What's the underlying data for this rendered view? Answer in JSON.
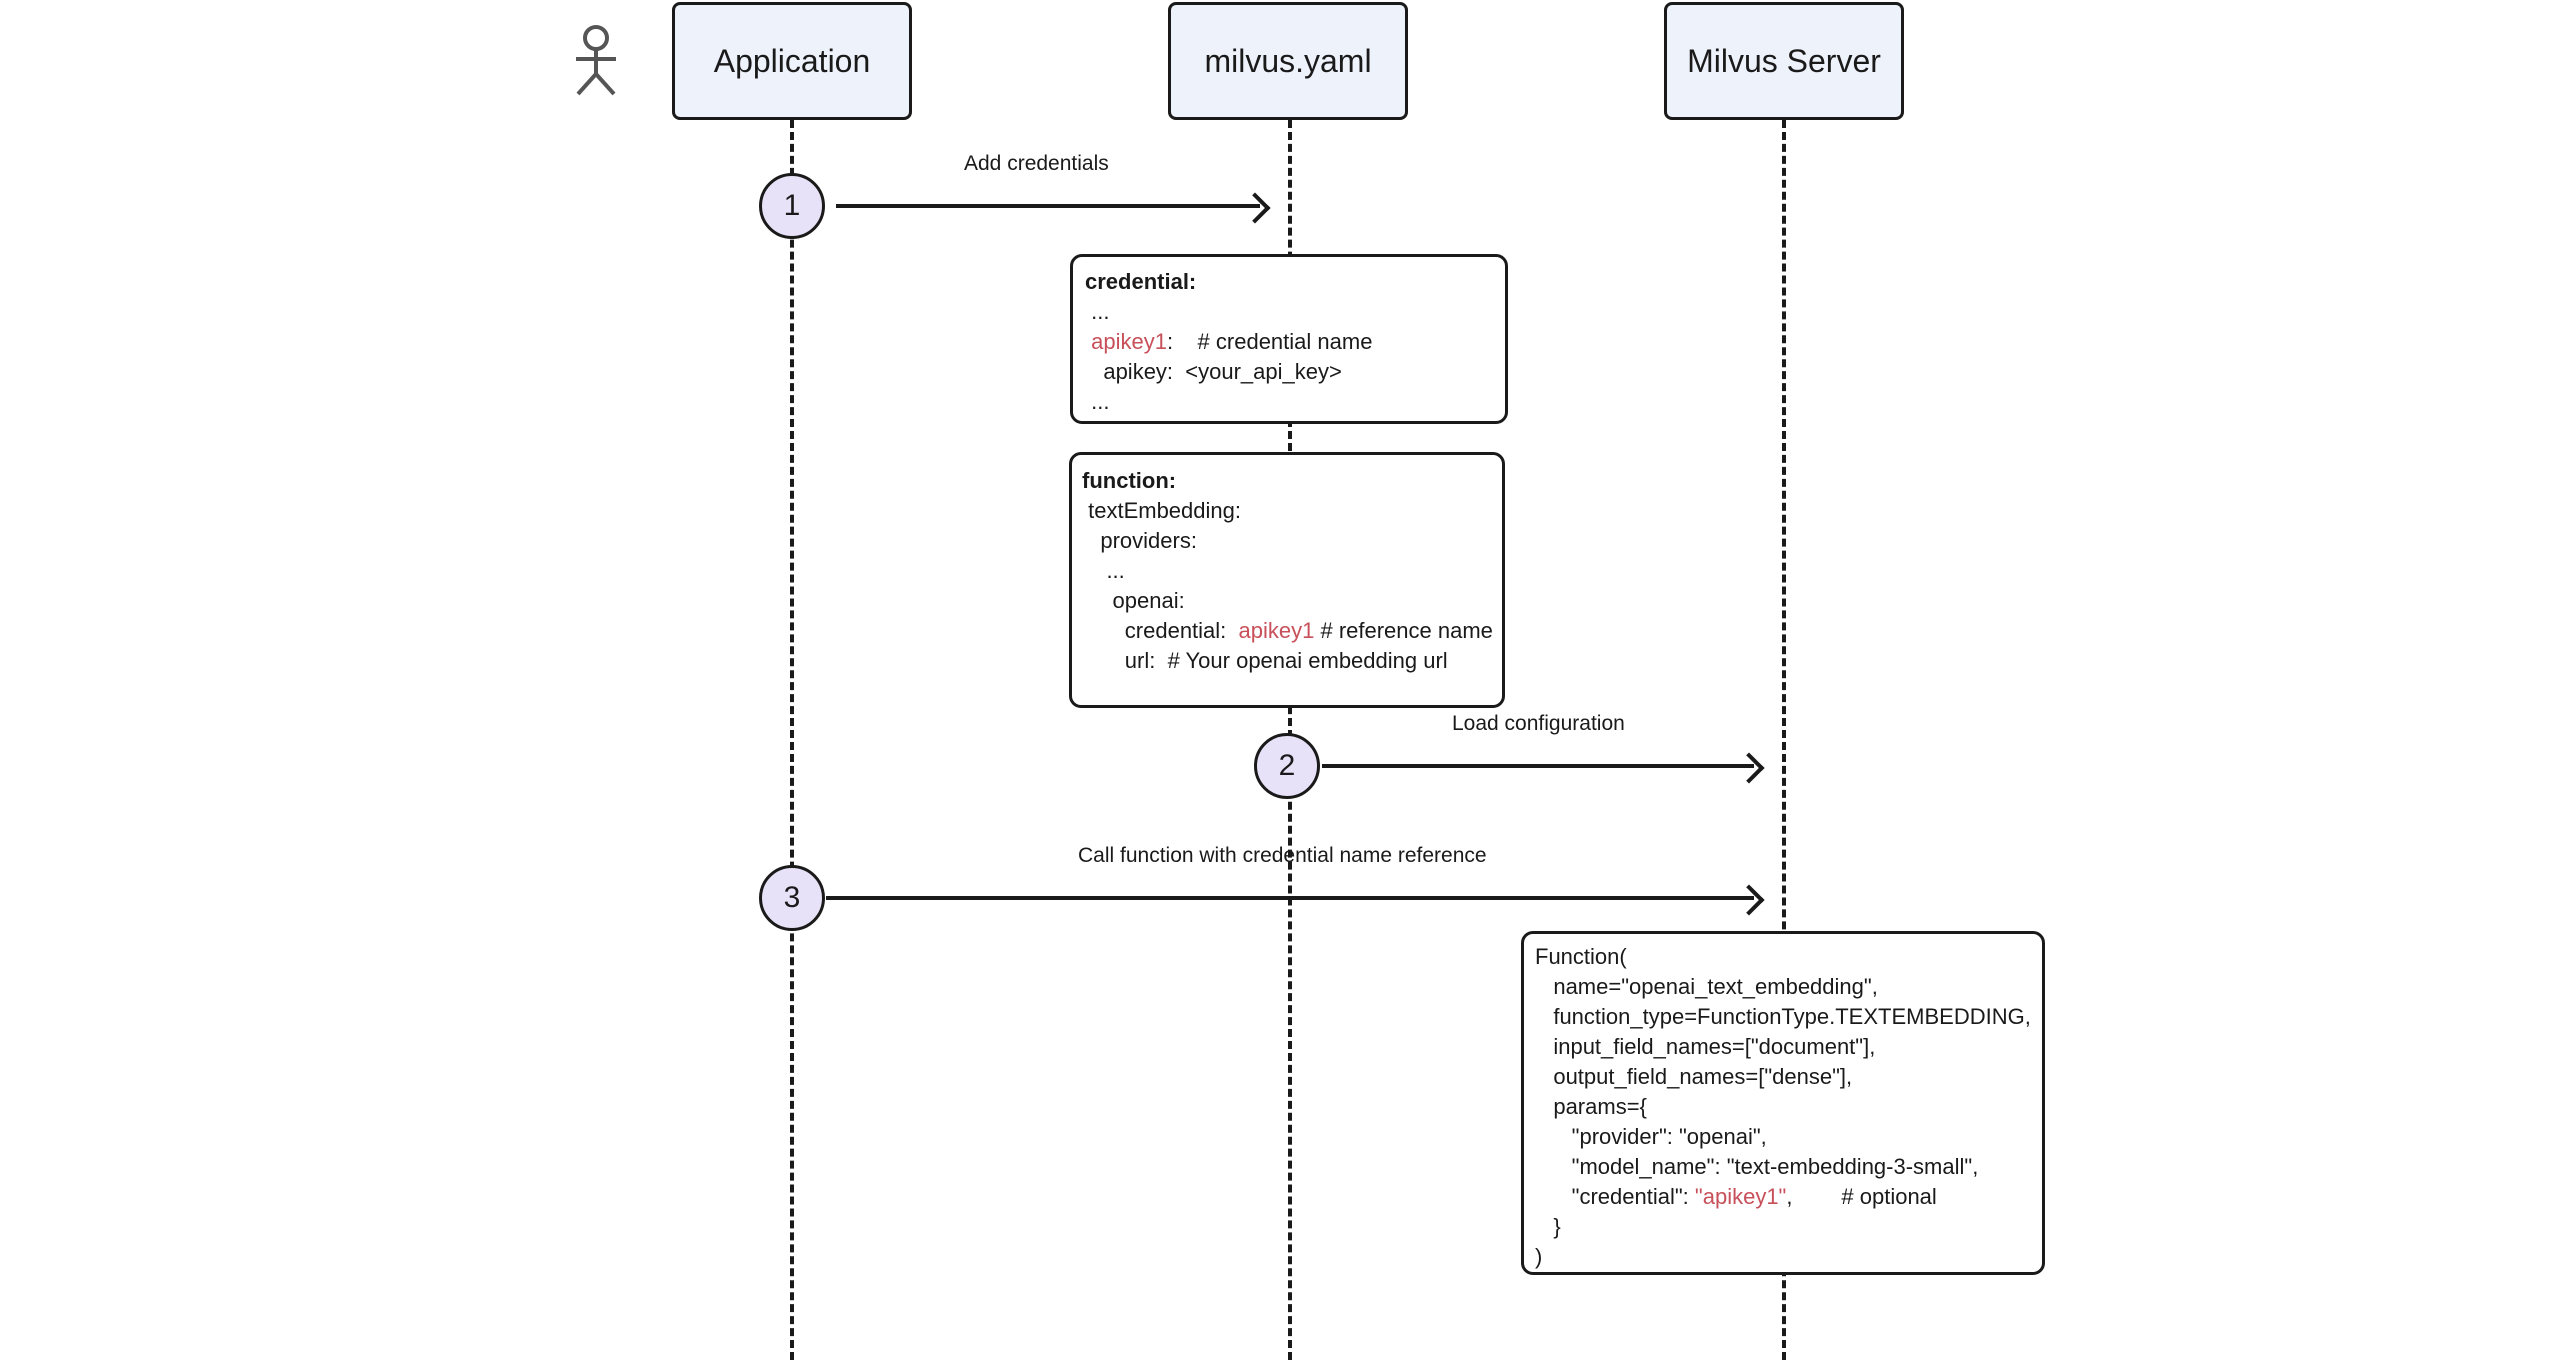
{
  "participants": {
    "application": "Application",
    "milvus_yaml": "milvus.yaml",
    "milvus_server": "Milvus Server"
  },
  "steps": {
    "one": "1",
    "two": "2",
    "three": "3"
  },
  "messages": {
    "add_credentials": "Add credentials",
    "load_configuration": "Load configuration",
    "call_function": "Call function with credential name reference"
  },
  "credential_note": {
    "title": "credential:",
    "line_ellipsis_1": " ...",
    "apikey_name": "apikey1",
    "apikey_colon": ":",
    "apikey_comment": "    # credential name",
    "apikey_line": "   apikey:  <your_api_key>",
    "line_ellipsis_2": " ..."
  },
  "function_note": {
    "title": "function:",
    "l1": " textEmbedding:",
    "l2": "   providers:",
    "l3": "    ...",
    "l4": "     openai:",
    "l5_prefix": "       credential:  ",
    "l5_ref": "apikey1",
    "l5_suffix": " # reference name",
    "l6": "       url:  # Your openai embedding url"
  },
  "code_note": {
    "l1": "Function(",
    "l2": "   name=\"openai_text_embedding\",",
    "l3": "   function_type=FunctionType.TEXTEMBEDDING,",
    "l4": "   input_field_names=[\"document\"],",
    "l5": "   output_field_names=[\"dense\"],",
    "l6": "   params={",
    "l7": "      \"provider\": \"openai\",",
    "l8": "      \"model_name\": \"text-embedding-3-small\",",
    "l9_prefix": "      \"credential\": ",
    "l9_value": "\"apikey1\"",
    "l9_suffix": ",        # optional",
    "l10": "   }",
    "l11": ")"
  },
  "colors": {
    "participant_fill": "#eef2fb",
    "step_fill": "#e8e2f8",
    "highlight": "#c8505a",
    "line": "#1a1a1a"
  },
  "icons": {
    "actor": "actor-stick-figure-icon"
  }
}
